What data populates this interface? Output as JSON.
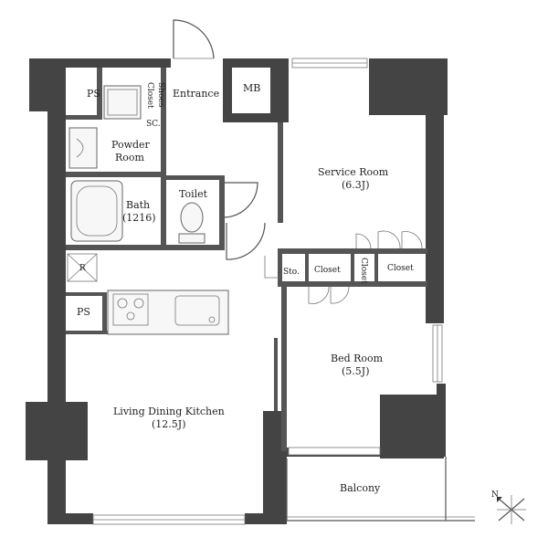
{
  "rooms": {
    "ps_top": "PS",
    "shoes_closet_1": "Shoes",
    "shoes_closet_2": "Closet",
    "sc": "SC.",
    "entrance": "Entrance",
    "mb": "MB",
    "service_room_name": "Service Room",
    "service_room_size": "(6.3J)",
    "powder_room_1": "Powder",
    "powder_room_2": "Room",
    "bath_name": "Bath",
    "bath_size": "(1216)",
    "toilet": "Toilet",
    "refrigerator": "R",
    "storage": "Sto.",
    "closet_1": "Closet",
    "closet_2": "Closet",
    "closet_3": "Closet",
    "ps_kitchen": "PS",
    "bed_room_name": "Bed Room",
    "bed_room_size": "(5.5J)",
    "ldk_name": "Living Dining Kitchen",
    "ldk_size": "(12.5J)",
    "balcony": "Balcony"
  },
  "compass": {
    "north_marker": "N"
  }
}
